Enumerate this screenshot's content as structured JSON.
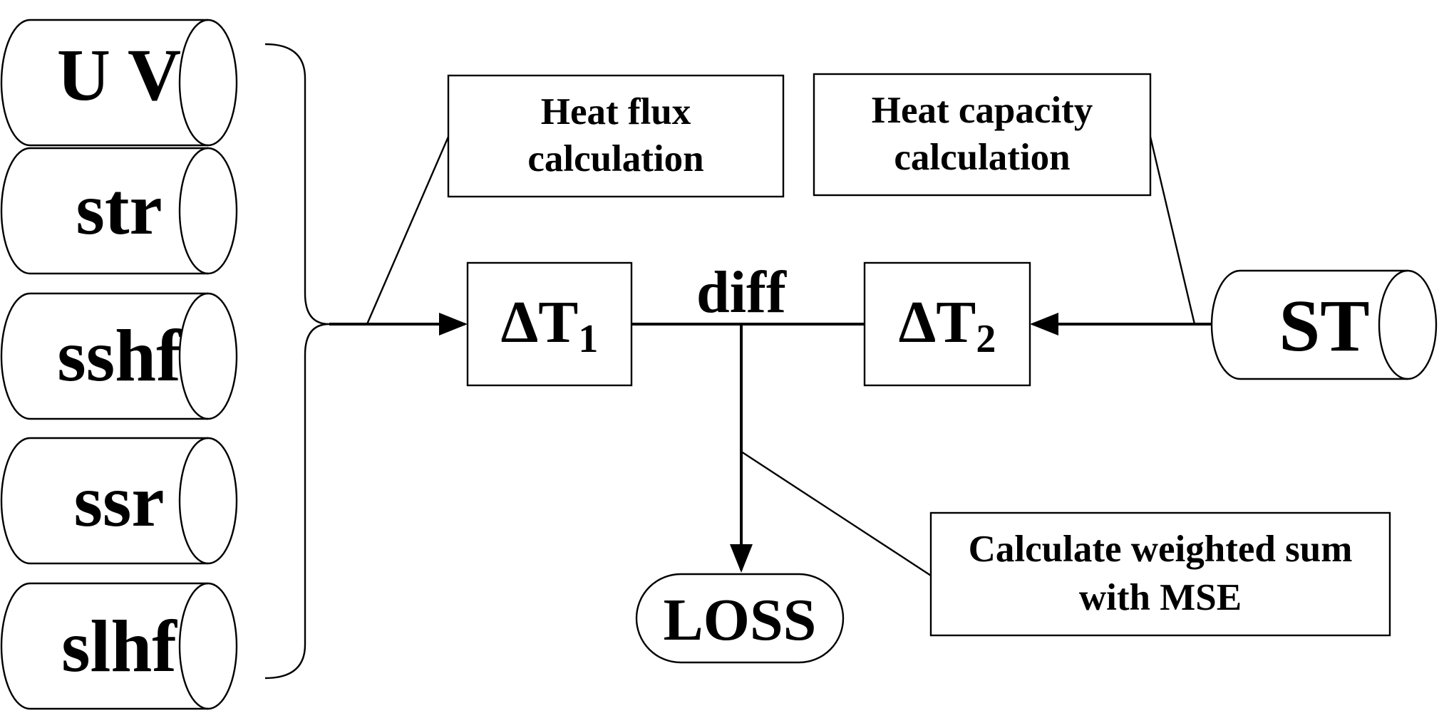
{
  "inputs": [
    "U V",
    "str",
    "sshf",
    "ssr",
    "slhf"
  ],
  "st_label": "ST",
  "heat_flux": [
    "Heat flux",
    "calculation"
  ],
  "heat_capacity": [
    "Heat capacity",
    "calculation"
  ],
  "delta_t1": {
    "symbol": "ΔT",
    "sub": "1"
  },
  "delta_t2": {
    "symbol": "ΔT",
    "sub": "2"
  },
  "diff_label": "diff",
  "loss_label": "LOSS",
  "weighted_sum": [
    "Calculate weighted sum",
    "with MSE"
  ]
}
